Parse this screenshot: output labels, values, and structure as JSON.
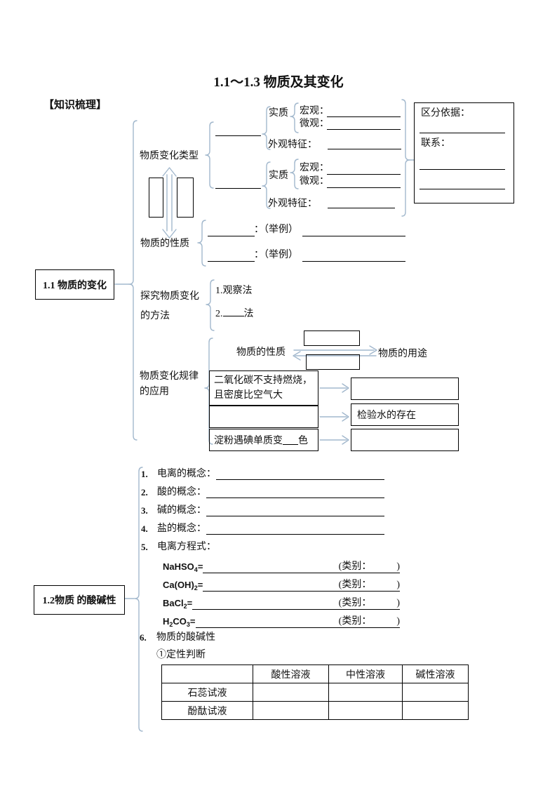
{
  "doc": {
    "title": "1.1～1.3 物质及其变化",
    "section_header": "【知识梳理】"
  },
  "colors": {
    "accent_line": "#a2b8cd",
    "border": "#000000",
    "text": "#111111"
  },
  "s11": {
    "node": "1.1 物质的变化",
    "type_branch": "物质变化类型",
    "essence": "实质",
    "macro": "宏观：",
    "micro": "微观：",
    "appearance": "外观特征：",
    "distinguish_box": {
      "basis": "区分依据：",
      "relation": "联系："
    },
    "props_branch": "物质的性质",
    "example": "：（举例）",
    "explore1": "探究物质变化",
    "explore2": "的方法",
    "method1": "1.观察法",
    "method2_prefix": "2.",
    "method2_suffix": "法",
    "apply1": "物质变化规律",
    "apply2": "的应用",
    "props": "物质的性质",
    "uses": "物质的用途",
    "ex_co2_line1": "二氧化碳不支持燃烧，",
    "ex_co2_line2": "且密度比空气大",
    "ex_water": "检验水的存在",
    "ex_starch_prefix": "淀粉遇碘单质变",
    "ex_starch_suffix": "色"
  },
  "s12": {
    "node": "1.2物质 的酸碱性",
    "items": [
      {
        "num": "1.",
        "label": "电离的概念："
      },
      {
        "num": "2.",
        "label": "酸的概念："
      },
      {
        "num": "3.",
        "label": "碱的概念："
      },
      {
        "num": "4.",
        "label": "盐的概念："
      },
      {
        "num": "5.",
        "label": "电离方程式："
      }
    ],
    "equations": [
      {
        "segments": [
          {
            "t": "NaHSO"
          },
          {
            "sub": "4"
          },
          {
            "t": "="
          }
        ],
        "category_open": "(类别：",
        "category_close": ")"
      },
      {
        "segments": [
          {
            "t": "Ca(OH)"
          },
          {
            "sub": "2"
          },
          {
            "t": "="
          }
        ],
        "category_open": "(类别：",
        "category_close": ")"
      },
      {
        "segments": [
          {
            "t": "BaCl"
          },
          {
            "sub": "2"
          },
          {
            "t": "="
          }
        ],
        "category_open": "(类别：",
        "category_close": ")"
      },
      {
        "segments": [
          {
            "t": "H"
          },
          {
            "sub": "2"
          },
          {
            "t": "CO"
          },
          {
            "sub": "3"
          },
          {
            "t": "="
          }
        ],
        "category_open": "(类别：",
        "category_close": ")"
      }
    ],
    "item6": {
      "num": "6.",
      "label": "物质的酸碱性"
    },
    "qualitative": "①定性判断",
    "table": {
      "headers": [
        "",
        "酸性溶液",
        "中性溶液",
        "碱性溶液"
      ],
      "row_labels": [
        "石蕊试液",
        "酚酞试液"
      ]
    }
  }
}
